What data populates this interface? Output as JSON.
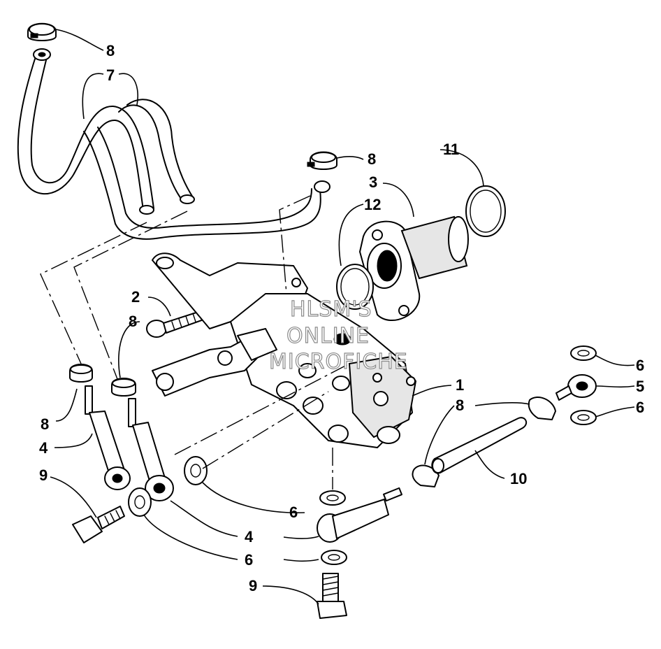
{
  "watermark": {
    "line1": "HLSM'S",
    "line2": "ONLINE",
    "line3": "MICROFICHE"
  },
  "callouts": {
    "c1": "1",
    "c2": "2",
    "c3": "3",
    "c4a": "4",
    "c4b": "4",
    "c5": "5",
    "c6a": "6",
    "c6b": "6",
    "c6c": "6",
    "c6d": "6",
    "c7": "7",
    "c8a": "8",
    "c8b": "8",
    "c8c": "8",
    "c8d": "8",
    "c8e": "8",
    "c9a": "9",
    "c9b": "9",
    "c10": "10",
    "c11": "11",
    "c12": "12"
  }
}
